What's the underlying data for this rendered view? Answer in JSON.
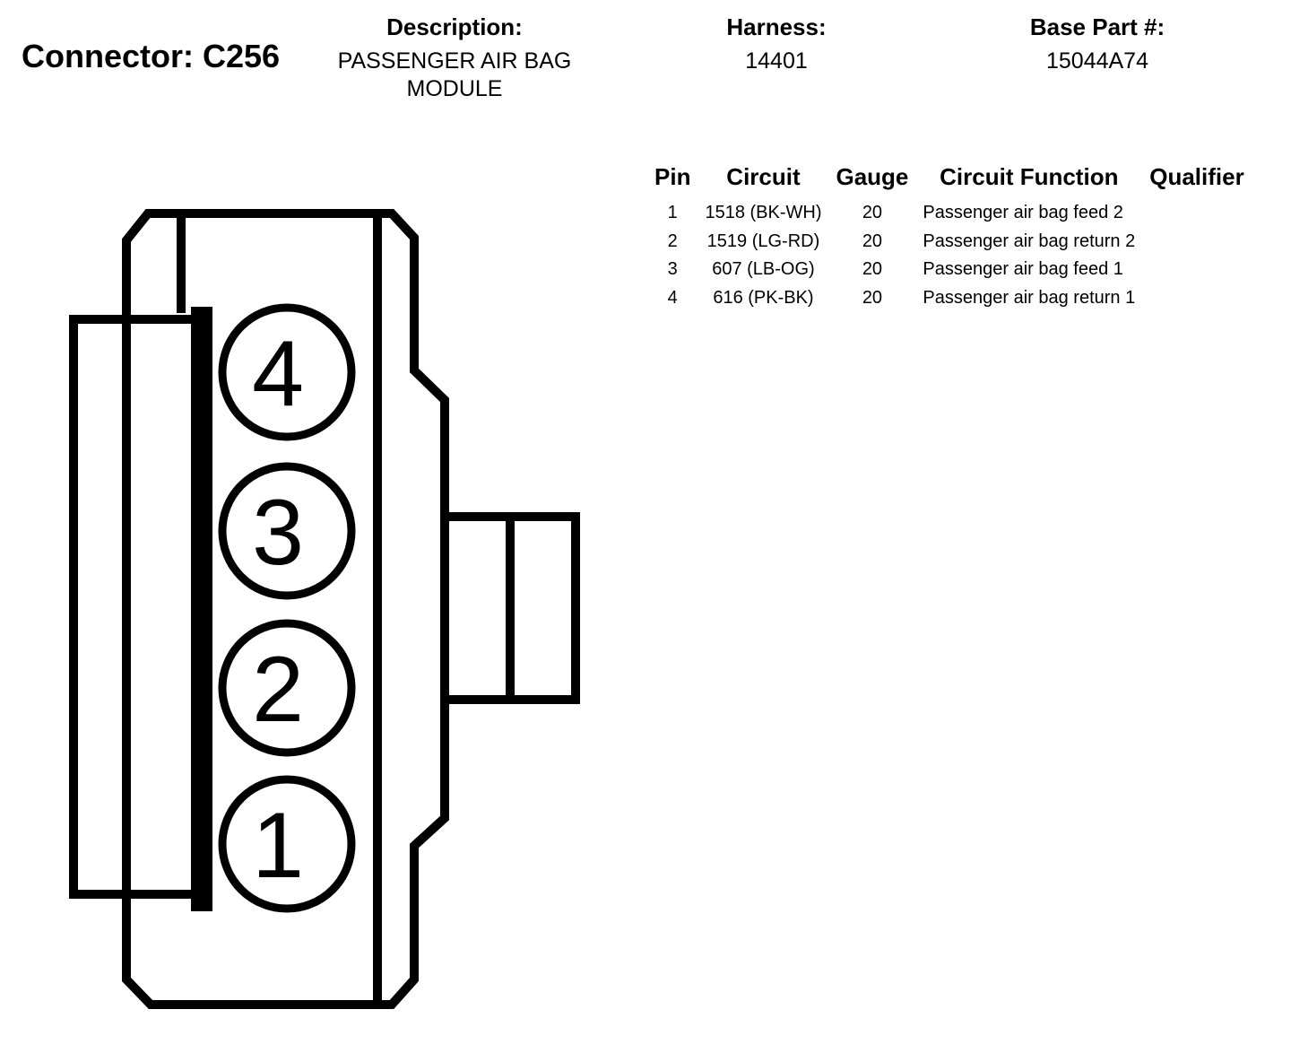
{
  "header": {
    "connector": "Connector: C256",
    "description_label": "Description:",
    "description_line1": "PASSENGER AIR BAG",
    "description_line2": "MODULE",
    "harness_label": "Harness:",
    "harness_value": "14401",
    "base_part_label": "Base Part #:",
    "base_part_value": "15044A74"
  },
  "table": {
    "columns": {
      "pin": "Pin",
      "circuit": "Circuit",
      "gauge": "Gauge",
      "function": "Circuit Function",
      "qualifier": "Qualifier"
    },
    "rows": [
      {
        "pin": "1",
        "circuit": "1518 (BK-WH)",
        "gauge": "20",
        "function": "Passenger air bag feed 2",
        "qualifier": ""
      },
      {
        "pin": "2",
        "circuit": "1519 (LG-RD)",
        "gauge": "20",
        "function": "Passenger air bag return 2",
        "qualifier": ""
      },
      {
        "pin": "3",
        "circuit": "607 (LB-OG)",
        "gauge": "20",
        "function": "Passenger air bag feed 1",
        "qualifier": ""
      },
      {
        "pin": "4",
        "circuit": "616 (PK-BK)",
        "gauge": "20",
        "function": "Passenger air bag return 1",
        "qualifier": ""
      }
    ]
  },
  "diagram": {
    "pin_labels": [
      "4",
      "3",
      "2",
      "1"
    ],
    "stroke_color": "#000000",
    "background_color": "#ffffff"
  }
}
